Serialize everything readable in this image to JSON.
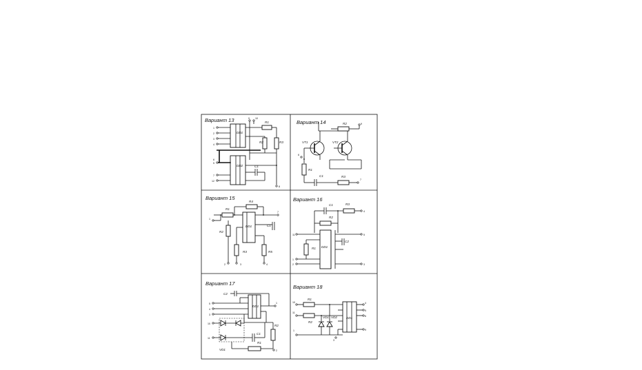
{
  "variants": [
    {
      "title": "Вариант  13",
      "labels": {
        "dd1": "DD1",
        "dd2": "DD2",
        "r1": "R1",
        "r2": "R2",
        "r3": "R3",
        "c1": "C1"
      },
      "terminals": [
        "1",
        "2",
        "3",
        "4",
        "5",
        "6",
        "7",
        "12",
        "8",
        "9",
        "10"
      ]
    },
    {
      "title": "Вариант  14",
      "labels": {
        "vt1": "VT1",
        "vt2": "VT2",
        "r1": "R1",
        "r2": "R2",
        "r3": "R3",
        "c1": "C1"
      },
      "terminals": [
        "9",
        "7",
        "6"
      ]
    },
    {
      "title": "Вариант  15",
      "labels": {
        "dd1": "DD1",
        "r1": "R1",
        "r2": "R2",
        "r3": "R3",
        "r4": "R4",
        "r5": "R5",
        "c1": "C1"
      },
      "terminals": [
        "1",
        "2",
        "3",
        "4",
        "7"
      ]
    },
    {
      "title": "Вариант  16",
      "labels": {
        "dd1": "DD1",
        "r1": "R1",
        "r2": "R2",
        "r3": "R3",
        "c1": "C1",
        "c2": "C2"
      },
      "terminals": [
        "4",
        "5",
        "11",
        "1",
        "2",
        "3"
      ]
    },
    {
      "title": "Вариант  17",
      "labels": {
        "dd1": "DD1",
        "c1": "C1",
        "c2": "C2",
        "r1": "R1",
        "r2": "R2",
        "vd1": "VD1"
      },
      "terminals": [
        "5",
        "4",
        "3",
        "1",
        "10",
        "11",
        "2"
      ]
    },
    {
      "title": "Вариант  18",
      "labels": {
        "dd1": "DD1",
        "r1": "R1",
        "r2": "R2",
        "vd1": "VD1",
        "vd2": "VD2"
      },
      "terminals": [
        "10",
        "11",
        "1",
        "3",
        "4",
        "5",
        "6",
        "9"
      ]
    }
  ]
}
